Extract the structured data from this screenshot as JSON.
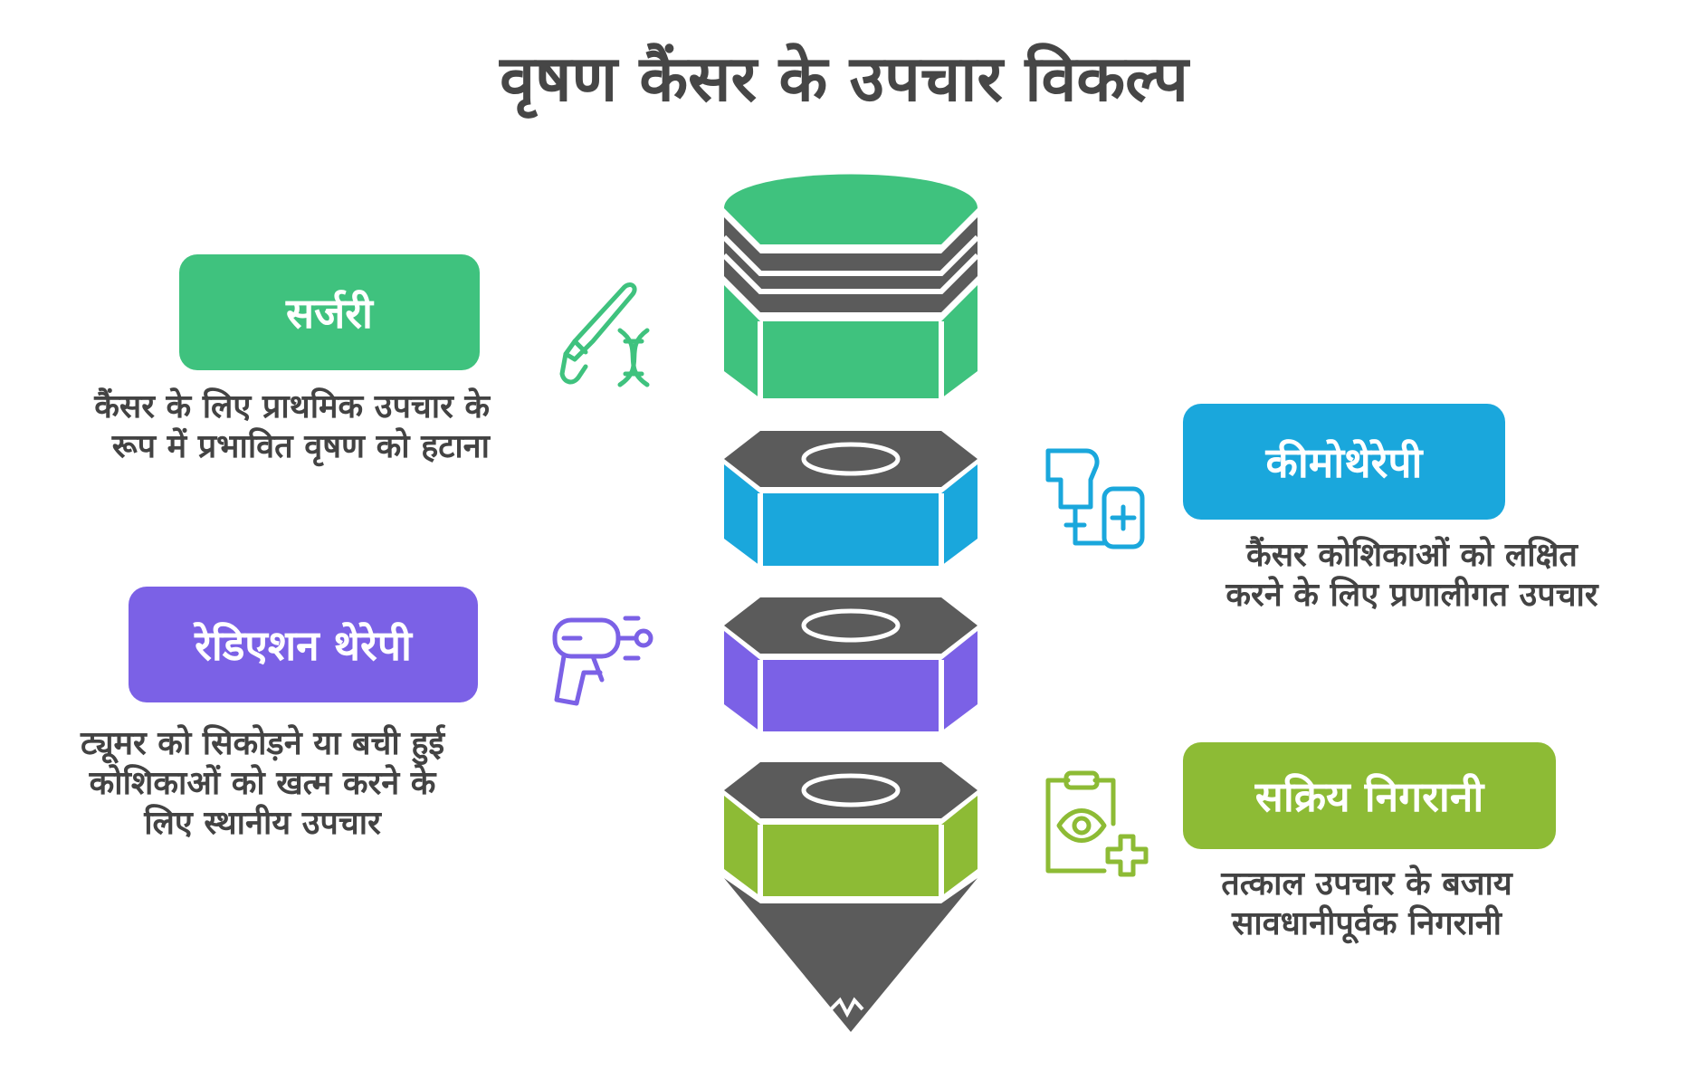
{
  "title": "वृषण कैंसर के उपचार विकल्प",
  "options": [
    {
      "label": "सर्जरी",
      "description": [
        "कैंसर के लिए प्राथमिक उपचार के",
        "रूप में प्रभावित वृषण को हटाना"
      ],
      "color": "#3FC27E",
      "icon": "scalpel-dna-icon"
    },
    {
      "label": "कीमोथेरेपी",
      "description": [
        "कैंसर कोशिकाओं को लक्षित",
        "करने के लिए प्रणालीगत उपचार"
      ],
      "color": "#1AA7DC",
      "icon": "iv-drip-icon"
    },
    {
      "label": "रेडिएशन थेरेपी",
      "description": [
        "ट्यूमर को सिकोड़ने या बची हुई",
        "कोशिकाओं को खत्म करने के",
        "लिए स्थानीय उपचार"
      ],
      "color": "#7B61E6",
      "icon": "radiation-gun-icon"
    },
    {
      "label": "सक्रिय निगरानी",
      "description": [
        "तत्काल उपचार के बजाय",
        "सावधानीपूर्वक निगरानी"
      ],
      "color": "#8DBB35",
      "icon": "clipboard-eye-icon"
    }
  ],
  "colors": {
    "segment_top": "#3FC27E",
    "segment_2": "#1AA7DC",
    "segment_3": "#7B61E6",
    "segment_4": "#8DBB35",
    "dark": "#5B5B5B",
    "text": "#434343"
  }
}
